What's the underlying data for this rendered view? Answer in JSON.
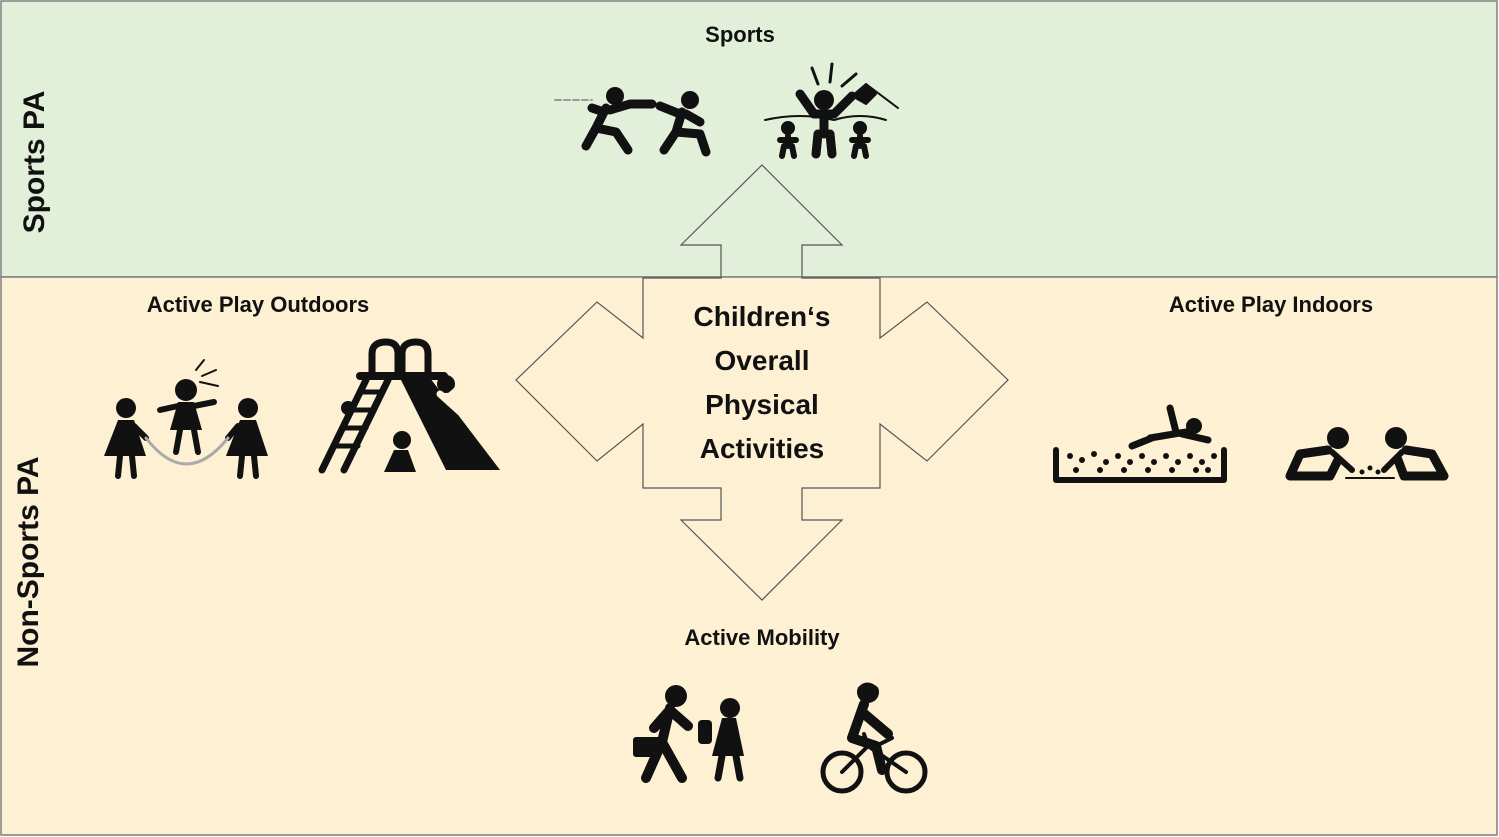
{
  "bands": {
    "sports": {
      "side_label": "Sports PA",
      "fill": "#e2efd9"
    },
    "non_sports": {
      "side_label": "Non-Sports PA",
      "fill": "#fdf0d3"
    }
  },
  "center": {
    "lines": [
      "Children‘s",
      "Overall",
      "Physical",
      "Activities"
    ]
  },
  "categories": {
    "sports": {
      "label": "Sports",
      "icons": [
        "relay-runners-icon",
        "race-finish-winner-icon"
      ]
    },
    "outdoors": {
      "label": "Active Play Outdoors",
      "icons": [
        "jump-rope-children-icon",
        "playground-slide-icon"
      ]
    },
    "indoors": {
      "label": "Active Play Indoors",
      "icons": [
        "ball-pit-child-icon",
        "children-playing-floor-icon"
      ]
    },
    "mobility": {
      "label": "Active Mobility",
      "icons": [
        "walking-to-school-icon",
        "cyclist-child-icon"
      ]
    }
  },
  "colors": {
    "border": "#7f7f7f",
    "ink": "#111111",
    "arrow_stroke": "#555555"
  }
}
